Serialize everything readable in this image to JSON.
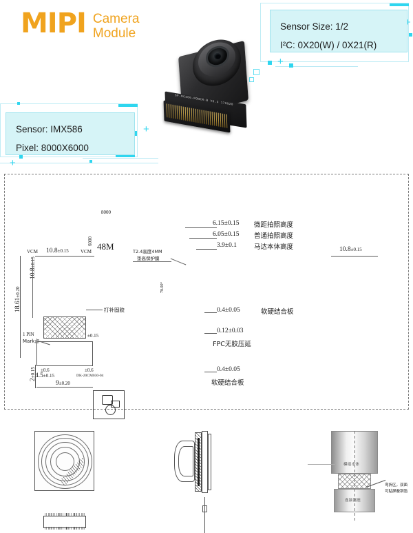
{
  "brand": {
    "name": "MIPI",
    "subtitle_line1": "Camera",
    "subtitle_line2": "Module",
    "accent_color": "#F0A31E"
  },
  "spec_cards": [
    {
      "id": "sensor-size",
      "lines": [
        "Sensor Size: 1/2",
        "I²C: 0X20(W) / 0X21(R)"
      ]
    },
    {
      "id": "sensor",
      "lines": [
        "Sensor: IMX586",
        "Pixel: 8000X6000"
      ]
    }
  ],
  "module_photo": {
    "fpc_silkscreen": "SF-DC306-POWER-B V0.3 170920"
  },
  "drawing": {
    "sensor_block": {
      "width_label": "8000",
      "height_label": "6000",
      "megapixel_label": "48M"
    },
    "top_view": {
      "width": "10.8",
      "width_tol": "±0.15",
      "height": "10.8",
      "height_tol": "±0.15",
      "overall_length": "18.61",
      "overall_tol": "±0.20",
      "vcm_left": "VCM",
      "vcm_right": "VCM",
      "glue_note": "打补固胶",
      "pin1_note": "1 PIN",
      "mark_note": "Mark点",
      "band_tol": "±0.15",
      "connector_width": "9",
      "connector_width_tol": "±0.20",
      "connector_len": "4.5",
      "connector_len_tol": "±0.15",
      "connector_h": "2",
      "connector_h_tol": "±0.15",
      "connector_pn": "DK-20CM030-04",
      "small_tol_left": "±0.6",
      "small_tol_right": "±0.6"
    },
    "cross_section": {
      "film_note_line1": "T2.4高度4MM",
      "film_note_line2": "垫高保护膜",
      "angle": "78.00°",
      "dims": [
        {
          "value": "6.15±0.15",
          "label": "微距拍照高度"
        },
        {
          "value": "6.05±0.15",
          "label": "普通拍照高度"
        },
        {
          "value": "3.9±0.1",
          "label": "马达本体高度"
        },
        {
          "value": "0.4±0.05",
          "label": "软硬结合板"
        },
        {
          "value": "0.12±0.03",
          "label": "FPC无胶压延"
        },
        {
          "value": "0.4±0.05",
          "label": "软硬结合板"
        }
      ]
    },
    "right_view": {
      "width": "10.8",
      "width_tol": "±0.15",
      "body_label": "模组本体",
      "base_label": "连接器座",
      "bend_note_line1": "弯折区，双面",
      "bend_note_line2": "可贴屏蔽铜箔"
    }
  }
}
